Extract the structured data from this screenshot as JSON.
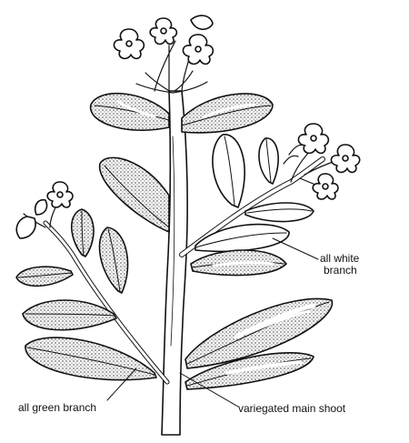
{
  "labels": {
    "all_white_branch_line1": "all white",
    "all_white_branch_line2": "branch",
    "all_green_branch": "all green branch",
    "variegated_main_shoot": "variegated main shoot"
  },
  "colors": {
    "ink": "#111111",
    "paper": "#ffffff",
    "stipple": "#9a9a9a"
  }
}
